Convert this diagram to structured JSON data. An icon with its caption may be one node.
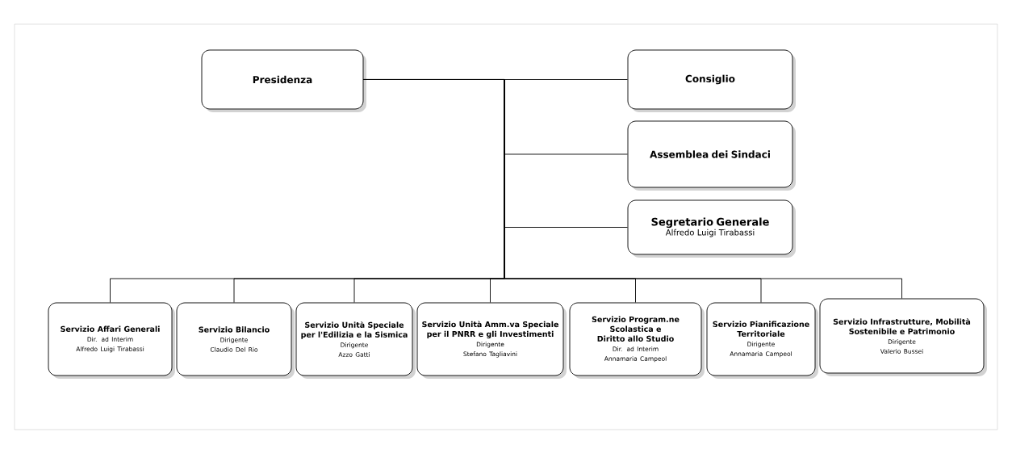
{
  "diagram": {
    "nodes": [
      {
        "text": [
          "Presidenza"
        ]
      },
      {
        "text": [
          "Consiglio"
        ]
      },
      {
        "text": [
          "Assemblea dei Sindaci"
        ]
      },
      {
        "text": [
          "Segretario Generale",
          "Alfredo Luigi Tirabassi"
        ]
      },
      {
        "text": [
          "Servizio Affari Generali",
          "Dir. ad Interim",
          "Alfredo Luigi Tirabassi"
        ]
      },
      {
        "text": [
          "Servizio Bilancio",
          "Dirigente",
          "Claudio Del Rio"
        ]
      },
      {
        "text": [
          "Servizio Unità Speciale per l'Edilizia e la Sismica",
          "Dirigente",
          "Azzo Gatti"
        ]
      },
      {
        "text": [
          "Servizio Unità Amm.va Speciale per il PNRR e gli Investimenti",
          "Dirigente",
          "Stefano Tagliavini"
        ]
      },
      {
        "text": [
          "Servizio Program.ne Scolastica e Diritto allo Studio",
          "Dir. ad Interim",
          "Annamaria Campeol"
        ]
      },
      {
        "text": [
          "Servizio Pianificazione Territoriale",
          "Dirigente",
          "Annamaria Campeol"
        ]
      },
      {
        "text": [
          "Servizio Infrastrutture, Mobilità Sostenibile e Patrimonio",
          "Dirigente",
          "Valerio Bussei"
        ]
      }
    ],
    "edges": [
      {
        "from": 0,
        "to": 1,
        "arrow": "none"
      },
      {
        "from": 0,
        "to": 2,
        "arrow": "none"
      },
      {
        "from": 0,
        "to": 3,
        "arrow": "none"
      },
      {
        "from": 0,
        "to": 4,
        "arrow": "none"
      },
      {
        "from": 0,
        "to": 5,
        "arrow": "none"
      },
      {
        "from": 0,
        "to": 6,
        "arrow": "none"
      },
      {
        "from": 0,
        "to": 7,
        "arrow": "none"
      },
      {
        "from": 0,
        "to": 8,
        "arrow": "none"
      },
      {
        "from": 0,
        "to": 9,
        "arrow": "none"
      },
      {
        "from": 0,
        "to": 10,
        "arrow": "none"
      }
    ]
  }
}
